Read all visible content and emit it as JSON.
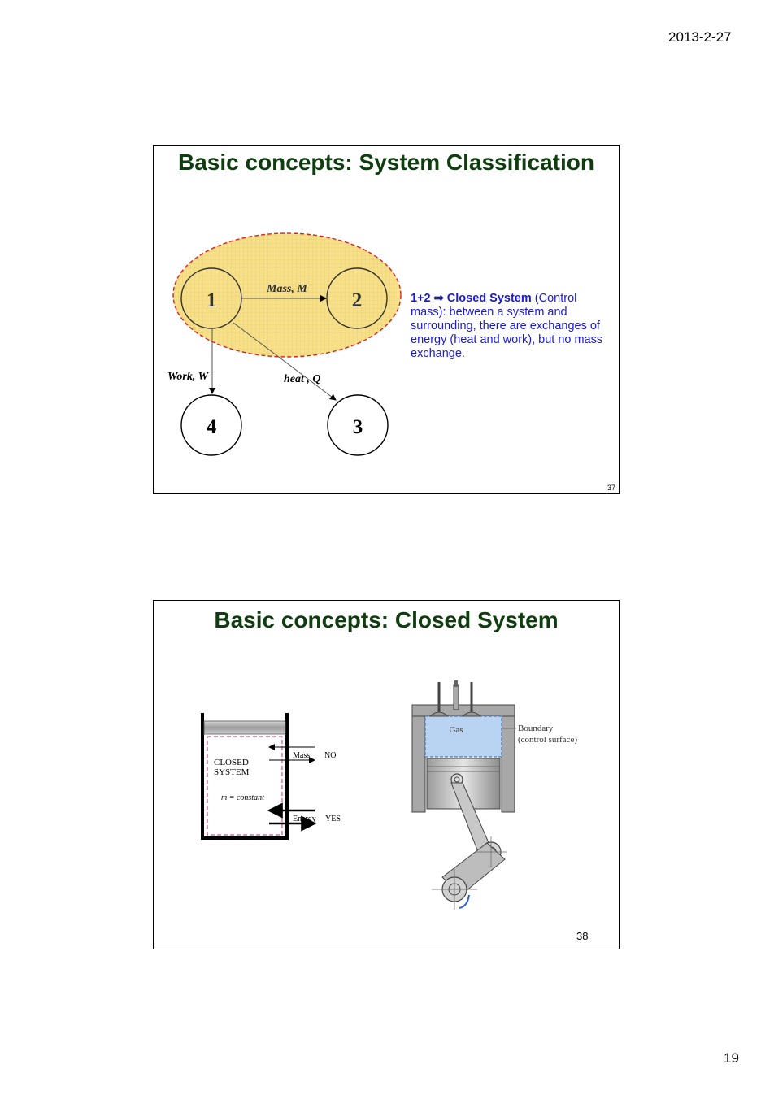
{
  "page": {
    "date": "2013-2-27",
    "number": "19"
  },
  "slide1": {
    "title": "Basic concepts: System Classification",
    "nodes": [
      "1",
      "2",
      "3",
      "4"
    ],
    "arrows": {
      "mass": "Mass, M",
      "work": "Work, W",
      "heat": "heat , Q"
    },
    "description": {
      "lead": "1+2 ⇒ Closed System",
      "rest": " (Control mass):  between a system and surrounding, there are exchanges of energy (heat and work), but no mass exchange."
    },
    "number": "37"
  },
  "slide2": {
    "title": "Basic concepts: Closed System",
    "container": {
      "label1": "CLOSED",
      "label2": "SYSTEM",
      "formula": "m = constant",
      "mass_label": "Mass",
      "mass_value": "NO",
      "energy_label": "Energy",
      "energy_value": "YES"
    },
    "piston": {
      "gas": "Gas",
      "boundary1": "Boundary",
      "boundary2": "(control surface)"
    },
    "number": "38"
  },
  "colors": {
    "title": "#0f3d0f",
    "description": "#1a1adc",
    "system_fill": "#f7e08a",
    "boundary": "#e02020",
    "gas": "#b9d3f2"
  }
}
